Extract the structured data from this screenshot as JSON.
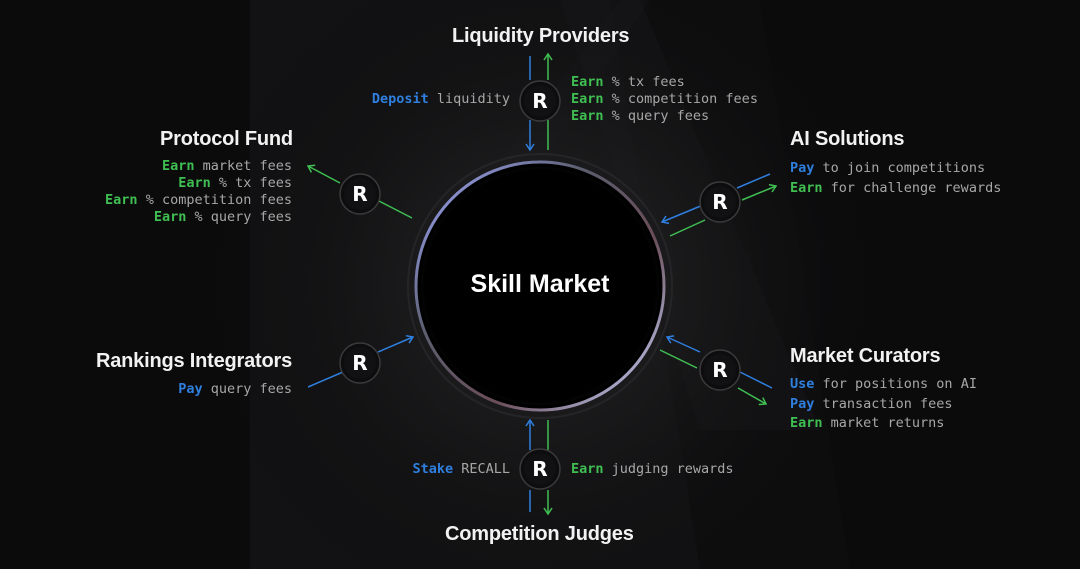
{
  "center": {
    "label": "Skill Market"
  },
  "nodes": {
    "liquidity_providers": {
      "title": "Liquidity Providers",
      "left_line": {
        "keyword": "Deposit",
        "keyword_color": "blue",
        "text": " liquidity"
      },
      "right_lines": [
        {
          "keyword": "Earn",
          "keyword_color": "green",
          "text": " % tx fees"
        },
        {
          "keyword": "Earn",
          "keyword_color": "green",
          "text": " % competition fees"
        },
        {
          "keyword": "Earn",
          "keyword_color": "green",
          "text": " % query fees"
        }
      ]
    },
    "protocol_fund": {
      "title": "Protocol Fund",
      "lines": [
        {
          "keyword": "Earn",
          "keyword_color": "green",
          "text": " market fees"
        },
        {
          "keyword": "Earn",
          "keyword_color": "green",
          "text": " % tx fees"
        },
        {
          "keyword": "Earn",
          "keyword_color": "green",
          "text": " % competition fees"
        },
        {
          "keyword": "Earn",
          "keyword_color": "green",
          "text": " % query fees"
        }
      ]
    },
    "ai_solutions": {
      "title": "AI Solutions",
      "lines": [
        {
          "keyword": "Pay",
          "keyword_color": "blue",
          "text": " to join competitions"
        },
        {
          "keyword": "Earn",
          "keyword_color": "green",
          "text": " for challenge rewards"
        }
      ]
    },
    "rankings_integrators": {
      "title": "Rankings Integrators",
      "lines": [
        {
          "keyword": "Pay",
          "keyword_color": "blue",
          "text": " query fees"
        }
      ]
    },
    "market_curators": {
      "title": "Market Curators",
      "lines": [
        {
          "keyword": "Use",
          "keyword_color": "blue",
          "text": " for positions on AI"
        },
        {
          "keyword": "Pay",
          "keyword_color": "blue",
          "text": " transaction fees"
        },
        {
          "keyword": "Earn",
          "keyword_color": "green",
          "text": " market returns"
        }
      ]
    },
    "competition_judges": {
      "title": "Competition Judges",
      "left_line": {
        "keyword": "Stake",
        "keyword_color": "blue",
        "text": " RECALL"
      },
      "right_line": {
        "keyword": "Earn",
        "keyword_color": "green",
        "text": " judging rewards"
      }
    }
  },
  "logo_letter": "R",
  "colors": {
    "background": "#0b0b0c",
    "green": "#3fbf52",
    "blue": "#2f7fdf",
    "text_gray": "#a7a7a7",
    "title": "#f2f2f2"
  }
}
